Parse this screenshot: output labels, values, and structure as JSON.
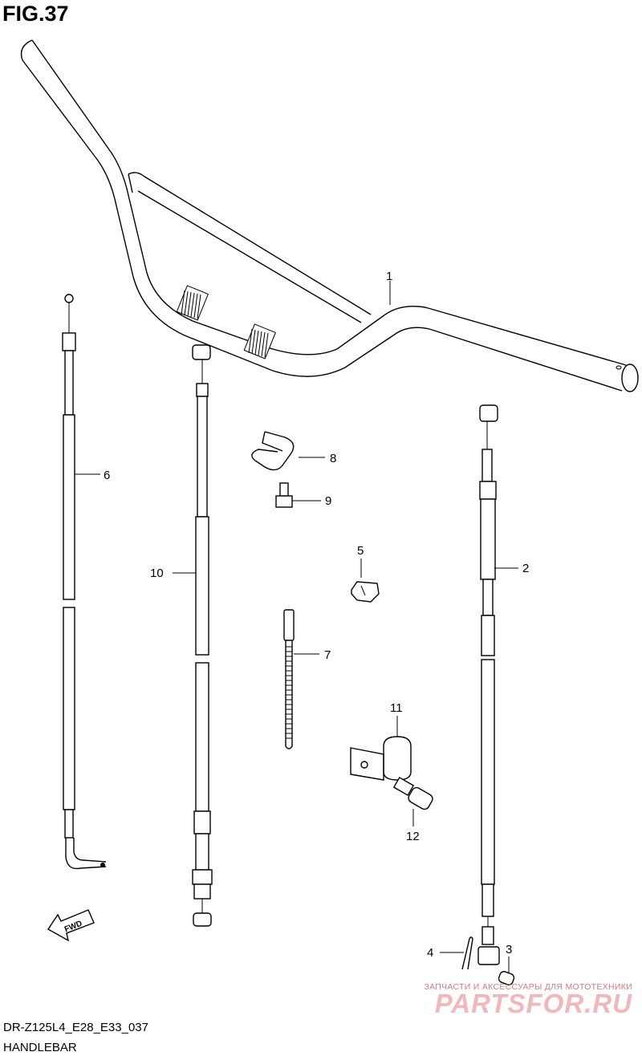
{
  "figure_title": "FIG.37",
  "model_code": "DR-Z125L4_E28_E33_037",
  "diagram_name": "HANDLEBAR",
  "fwd_label": "FWD",
  "watermark": {
    "subtitle": "ЗАПЧАСТИ И АКСЕССУАРЫ ДЛЯ МОТОТЕХНИКИ",
    "brand": "PARTSFOR.RU",
    "color": "#e8a0a0"
  },
  "callouts": [
    "1",
    "2",
    "3",
    "4",
    "5",
    "6",
    "7",
    "8",
    "9",
    "10",
    "11",
    "12"
  ]
}
